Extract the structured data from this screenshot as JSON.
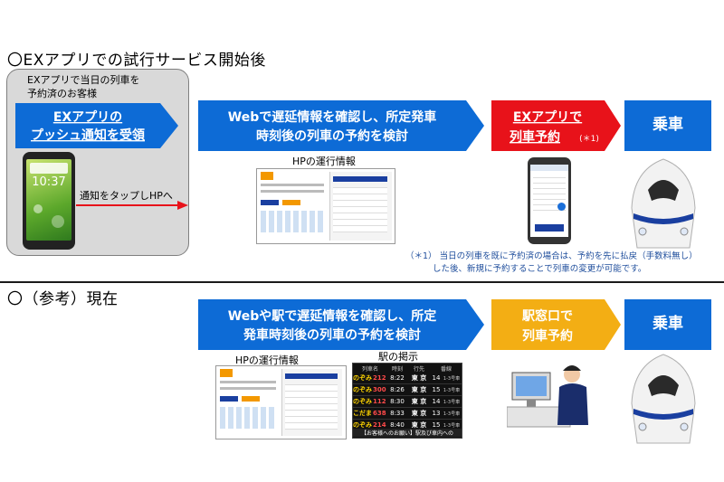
{
  "section1": {
    "title": "〇EXアプリでの試行サービス開始後",
    "customer": [
      "EXアプリで当日の列車を",
      "予約済のお客様"
    ],
    "step1": [
      "EXアプリの",
      "プッシュ通知を受領"
    ],
    "phone_time": "10:37",
    "tap_label": "通知をタップしHPへ",
    "step2": [
      "Webで遅延情報を確認し、所定発車",
      "時刻後の列車の予約を検討"
    ],
    "hp_caption": "HPの運行情報",
    "step3": [
      "EXアプリで",
      "列車予約",
      "(＊1)"
    ],
    "step4": "乗車",
    "note": [
      "（＊1） 当日の列車を既に予約済の場合は、予約を先に払戻（手数料無し）",
      "した後、新規に予約することで列車の変更が可能です。"
    ]
  },
  "section2": {
    "title": "〇（参考）現在",
    "step1": [
      "Webや駅で遅延情報を確認し、所定",
      "発車時刻後の列車の予約を検討"
    ],
    "hp_caption": "HPの運行情報",
    "station_caption": "駅の掲示",
    "step2": [
      "駅窓口で",
      "列車予約"
    ],
    "step3": "乗車",
    "board_header": [
      "列車名",
      "時刻",
      "行先",
      "番線"
    ],
    "board_rows": [
      {
        "name": "のぞみ",
        "no": "212",
        "time": "8:22",
        "dest": "東 京",
        "track": "14",
        "cars": "1-3号車"
      },
      {
        "name": "のぞみ",
        "no": "300",
        "time": "8:26",
        "dest": "東 京",
        "track": "15",
        "cars": "1-3号車"
      },
      {
        "name": "のぞみ",
        "no": "112",
        "time": "8:30",
        "dest": "東 京",
        "track": "14",
        "cars": "1-3号車"
      },
      {
        "name": "こだま",
        "no": "638",
        "time": "8:33",
        "dest": "東 京",
        "track": "13",
        "cars": "1-3号車"
      },
      {
        "name": "のぞみ",
        "no": "214",
        "time": "8:40",
        "dest": "東 京",
        "track": "15",
        "cars": "1-3号車"
      }
    ],
    "board_footer": "【お客様へのお願い】駅及び車内への"
  },
  "colors": {
    "blue": "#0d6bd6",
    "red": "#e8121a",
    "orange": "#f3ae14",
    "gray": "#d9d9d9"
  }
}
